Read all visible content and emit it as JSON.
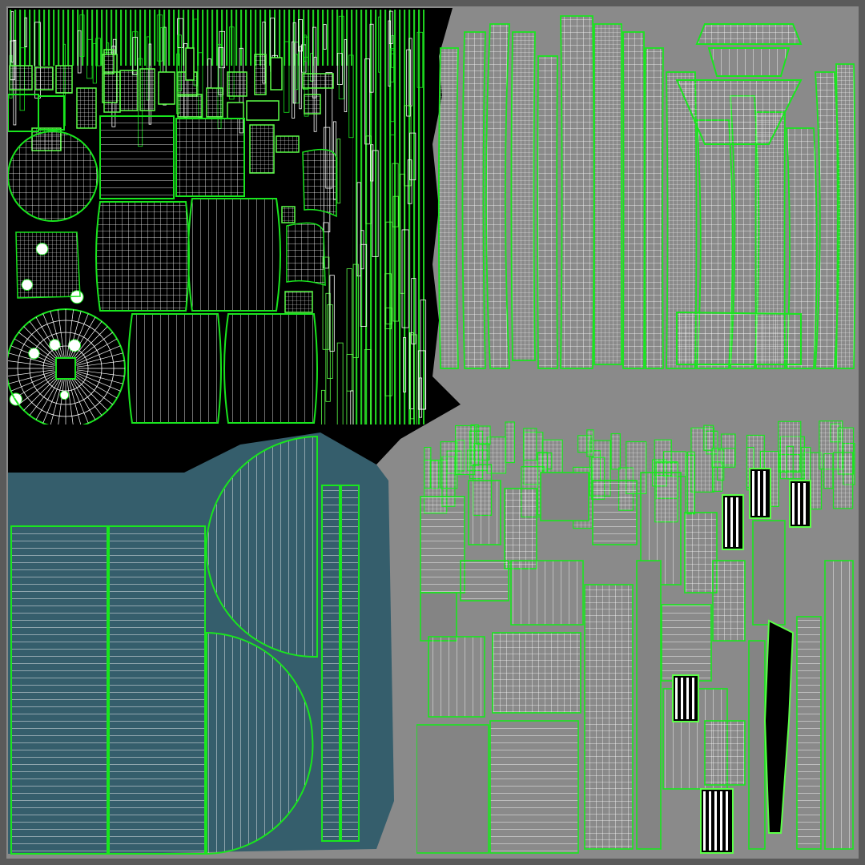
{
  "viewport": {
    "background": "#5a5a5a",
    "frame_color": "#8c8c8c"
  },
  "colors": {
    "seam": "#19e61e",
    "seam_bright": "#5cff48",
    "wire": "#ffffff",
    "black": "#000000",
    "gray": "#8a8a8a",
    "panel_gray": "#848484",
    "teal": "#355e6c",
    "teal_edge": "#46707c",
    "green_fill": "#16b414"
  },
  "sheets": [
    {
      "id": "green-atlas",
      "fill": "#000000"
    },
    {
      "id": "tower-islands",
      "fill": "#8a8a8a"
    },
    {
      "id": "glass-roof",
      "fill": "#355e6c"
    },
    {
      "id": "facade-islands",
      "fill": "#8a8a8a"
    }
  ]
}
